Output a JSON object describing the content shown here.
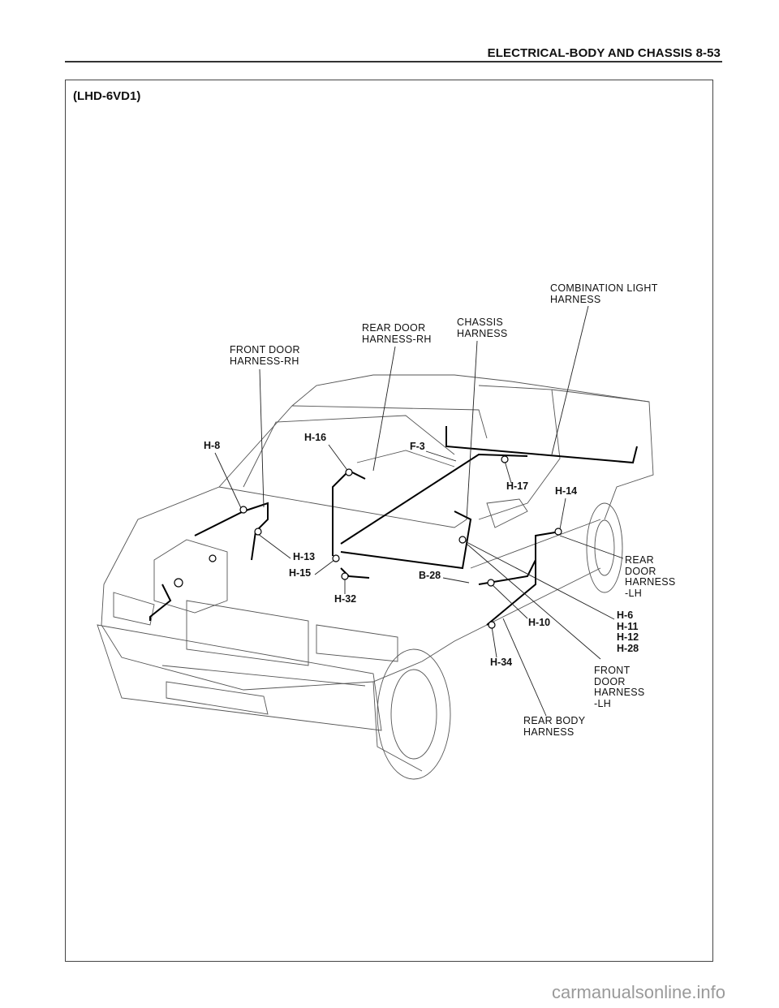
{
  "header": {
    "title": "ELECTRICAL-BODY AND CHASSIS  8-53"
  },
  "diagram": {
    "variant": "(LHD-6VD1)",
    "harness_labels": {
      "combination_light": "COMBINATION LIGHT\nHARNESS",
      "chassis": "CHASSIS\nHARNESS",
      "rear_door_rh": "REAR DOOR\nHARNESS-RH",
      "front_door_rh": "FRONT DOOR\nHARNESS-RH",
      "rear_door_lh": "REAR\nDOOR\nHARNESS\n-LH",
      "front_door_lh": "FRONT\nDOOR\nHARNESS\n-LH",
      "rear_body": "REAR BODY\nHARNESS"
    },
    "connectors": {
      "h8": "H-8",
      "h16": "H-16",
      "f3": "F-3",
      "h17": "H-17",
      "h14": "H-14",
      "h13": "H-13",
      "h15": "H-15",
      "h32": "H-32",
      "b28": "B-28",
      "h10": "H-10",
      "h34": "H-34",
      "group": "H-6\nH-11\nH-12\nH-28"
    }
  },
  "watermark": "carmanualsonline.info"
}
